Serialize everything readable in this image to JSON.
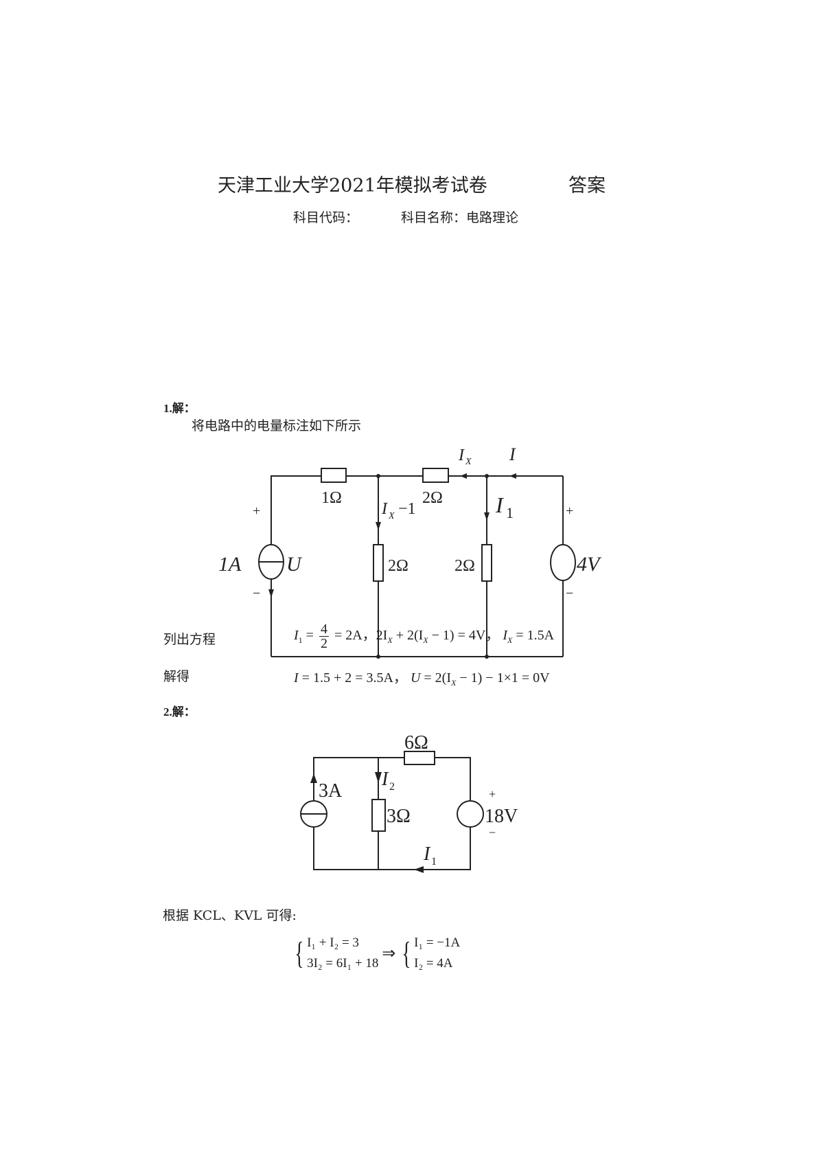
{
  "header": {
    "title": "天津工业大学2021年模拟考试卷",
    "answer": "答案",
    "code_label": "科目代码：",
    "subject_label": "科目名称：电路理论"
  },
  "q1": {
    "heading": "1.解：",
    "intro": "将电路中的电量标注如下所示",
    "circuit": {
      "r_top_left": "1Ω",
      "r_top_right": "2Ω",
      "r_mid1": "2Ω",
      "r_mid2": "2Ω",
      "source_current": "1A",
      "source_voltage_label": "U",
      "vsource": "4V",
      "plus": "+",
      "minus": "−",
      "ix": "I",
      "ix_sub": "X",
      "i": "I",
      "i1": "I",
      "i1_sub": "1",
      "ixm1": "I",
      "ixm1_sub": "X",
      "ixm1_tail": "−1"
    },
    "eq_label": "列出方程",
    "eq1": [
      "I",
      "1",
      "=",
      "4",
      "2",
      "= 2A，2I",
      "X",
      "+ 2(I",
      "X",
      "− 1) = 4V，",
      "I",
      "X",
      "= 1.5A"
    ],
    "sol_label": "解得",
    "eq2": [
      "I",
      "= 1.5 + 2 = 3.5A，",
      "U",
      "= 2(I",
      "X",
      "− 1) − 1×1 = 0V"
    ]
  },
  "q2": {
    "heading": "2.解：",
    "circuit": {
      "r_top": "6Ω",
      "r_mid": "3Ω",
      "isource": "3A",
      "vsource": "18V",
      "plus": "+",
      "minus": "−",
      "i1": "I",
      "i1_sub": "1",
      "i2": "I",
      "i2_sub": "2"
    },
    "text": "根据 KCL、KVL 可得:",
    "sys_left": [
      "I₁ + I₂ = 3",
      "3I₂ = 6I₁ + 18"
    ],
    "implies": "⇒",
    "sys_right": [
      "I₁ = −1A",
      "I₂ = 4A"
    ]
  }
}
